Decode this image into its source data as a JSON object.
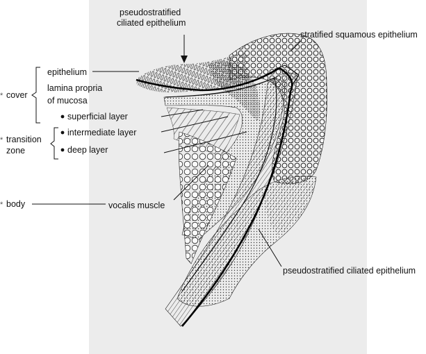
{
  "labels": {
    "top_label_line1": "pseudostratified",
    "top_label_line2": "ciliated epithelium",
    "stratified_squamous": "stratified squamous epithelium",
    "epithelium": "epithelium",
    "lamina_propria_line1": "lamina propria",
    "lamina_propria_line2": "of mucosa",
    "superficial_layer": "superficial layer",
    "intermediate_layer": "intermediate layer",
    "deep_layer": "deep layer",
    "vocalis_muscle": "vocalis muscle",
    "bottom_pseudostratified": "pseudostratified ciliated epithelium",
    "cover": "cover",
    "transition_line1": "transition",
    "transition_line2": "zone",
    "body": "body",
    "asterisk": "*"
  },
  "colors": {
    "panel_background": "#ececec",
    "ink": "#111111"
  }
}
